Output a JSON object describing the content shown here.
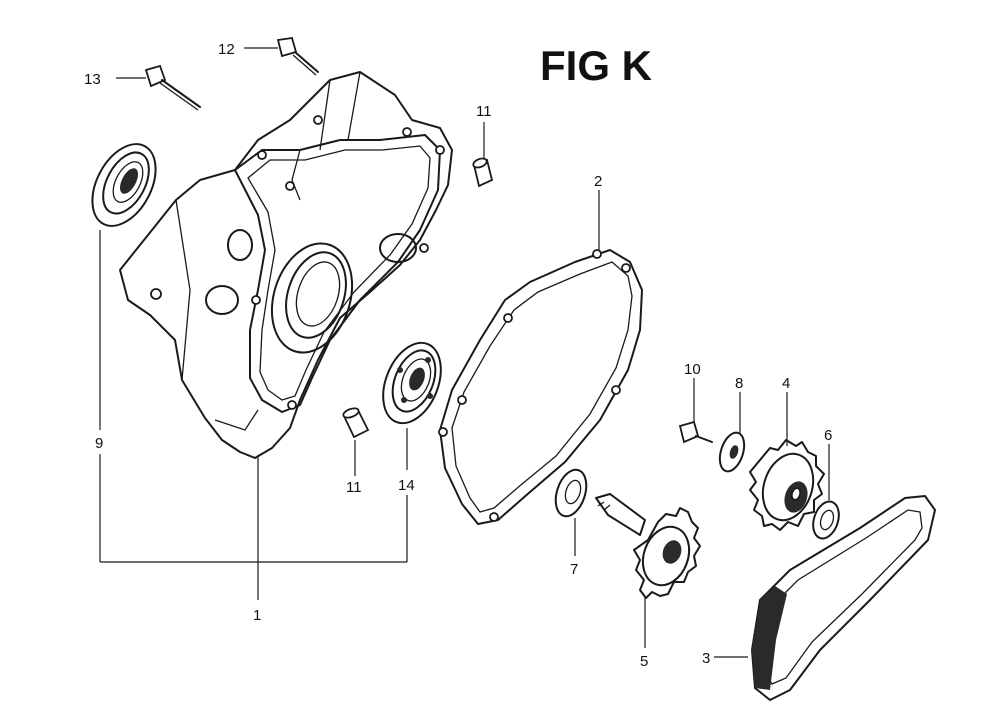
{
  "figure": {
    "title": "FIG K",
    "callouts": {
      "c1": "1",
      "c2": "2",
      "c3": "3",
      "c4": "4",
      "c5": "5",
      "c6": "6",
      "c7": "7",
      "c8": "8",
      "c9": "9",
      "c10": "10",
      "c11a": "11",
      "c11b": "11",
      "c12": "12",
      "c13": "13",
      "c14": "14"
    }
  },
  "colors": {
    "ink": "#1a1a1a",
    "background": "#ffffff"
  }
}
